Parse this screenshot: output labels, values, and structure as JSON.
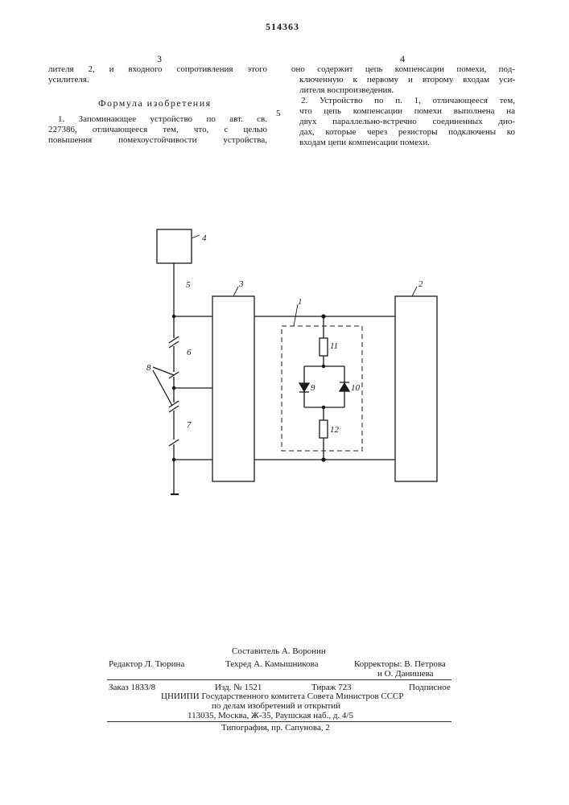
{
  "header": {
    "patent_number": "514363",
    "col_left_number": "3",
    "col_right_number": "4",
    "line_marker": "5"
  },
  "left_column": {
    "lines": [
      "лителя 2, и входного сопротивления этого",
      "усилителя."
    ],
    "heading": "Формула изобретения",
    "claim1_lines": [
      "1. Запоминающее устройство по авт. св.",
      "227386, отличающееся тем, что, с целью",
      "повышения помехоустойчивости устройства,"
    ]
  },
  "right_column": {
    "lines": [
      "оно содержит цепь компенсации помехи, под-",
      "ключенную к первому и второму входам уси-",
      "лителя воспроизведения.",
      "2. Устройство по п. 1, отличающееся тем,",
      "что цепь компенсации помехи выполнена на",
      "двух параллельно-встречно соединенных дио-",
      "дах, которые через резисторы подключены ко",
      "входам цепи компенсации помехи."
    ]
  },
  "diagram": {
    "labels": {
      "block1": "1",
      "block2": "2",
      "block3": "3",
      "block4": "4",
      "wire5": "5",
      "cap6": "6",
      "cap7": "7",
      "caps8": "8",
      "diode9": "9",
      "diode10": "10",
      "res11": "11",
      "res12": "12"
    }
  },
  "footer": {
    "compiler": "Составитель А. Воронин",
    "editor": "Редактор Л. Тюрина",
    "techred": "Техред А. Камышникова",
    "correctors_line1": "Корректоры: В. Петрова",
    "correctors_line2": "и О. Данишева",
    "order": "Заказ 1833/8",
    "edition": "Изд. № 1521",
    "print_run": "Тираж 723",
    "subscription": "Подписное",
    "org_line1": "ЦНИИПИ Государственного комитета Совета Министров СССР",
    "org_line2": "по делам изобретений и открытий",
    "address": "113035, Москва, Ж-35, Раушская наб., д. 4/5",
    "printer": "Типография, пр. Сапунова, 2"
  }
}
